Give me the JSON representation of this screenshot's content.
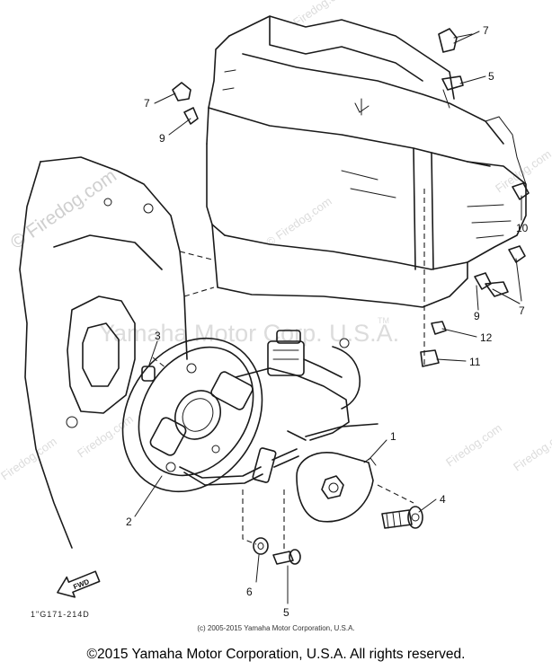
{
  "watermark": {
    "main": "Yamaha Motor Corp. U.S.A.",
    "tm": "TM",
    "firedog": "© Firedog.com",
    "firedog_short": "Firedog.com"
  },
  "callouts": {
    "c1": "1",
    "c2": "2",
    "c3": "3",
    "c4": "4",
    "c5a": "5",
    "c5b": "5",
    "c6": "6",
    "c7a": "7",
    "c7b": "7",
    "c7c": "7",
    "c9a": "9",
    "c9b": "9",
    "c10": "10",
    "c11": "11",
    "c12": "12"
  },
  "direction_label": "FWD",
  "part_code": "1\"G171-214D",
  "small_copyright": "(c) 2005-2015 Yamaha Motor Corporation, U.S.A.",
  "footer_copyright": "©2015 Yamaha Motor Corporation, U.S.A. All rights reserved."
}
